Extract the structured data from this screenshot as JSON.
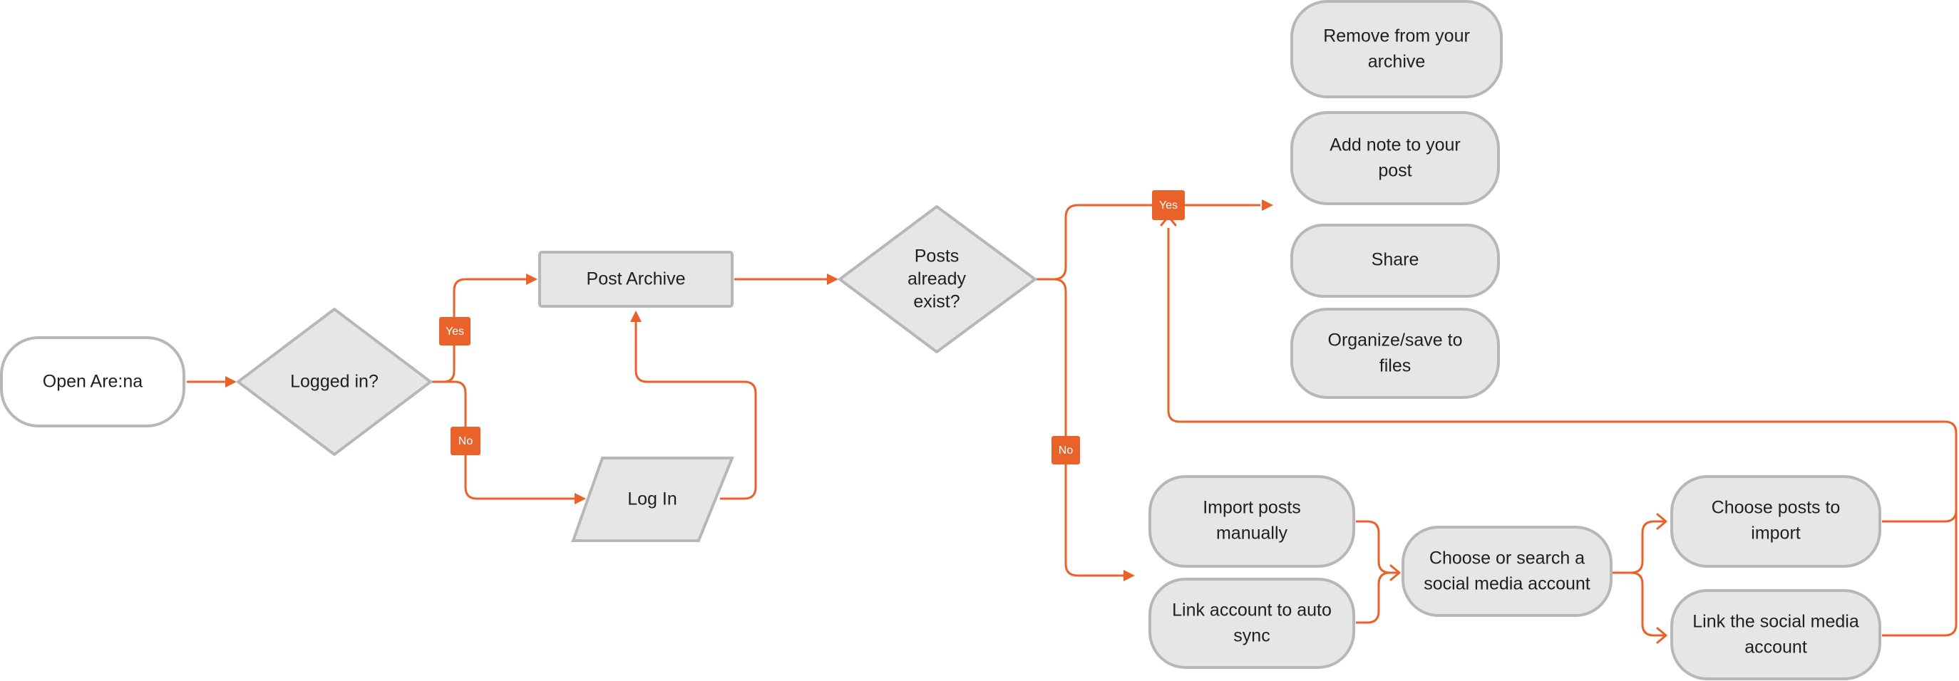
{
  "colors": {
    "accent": "#e8622a",
    "node_fill": "#e6e6e6",
    "node_stroke": "#b7b7b7",
    "start_fill": "#ffffff"
  },
  "nodes": {
    "open_arena": "Open Are:na",
    "logged_in": "Logged in?",
    "post_archive": "Post Archive",
    "log_in": "Log In",
    "posts_exist": [
      "Posts",
      "already",
      "exist?"
    ],
    "remove_archive": [
      "Remove from your",
      "archive"
    ],
    "add_note": [
      "Add note to your",
      "post"
    ],
    "share": "Share",
    "organize": [
      "Organize/save to",
      "files"
    ],
    "import_manually": [
      "Import posts",
      "manually"
    ],
    "link_auto_sync": [
      "Link account to auto",
      "sync"
    ],
    "choose_search": [
      "Choose or search a",
      "social media account"
    ],
    "choose_posts": [
      "Choose posts to",
      "import"
    ],
    "link_social": [
      "Link the social media",
      "account"
    ]
  },
  "badges": {
    "login_yes": "Yes",
    "login_no": "No",
    "exist_yes": "Yes",
    "exist_no": "No"
  }
}
